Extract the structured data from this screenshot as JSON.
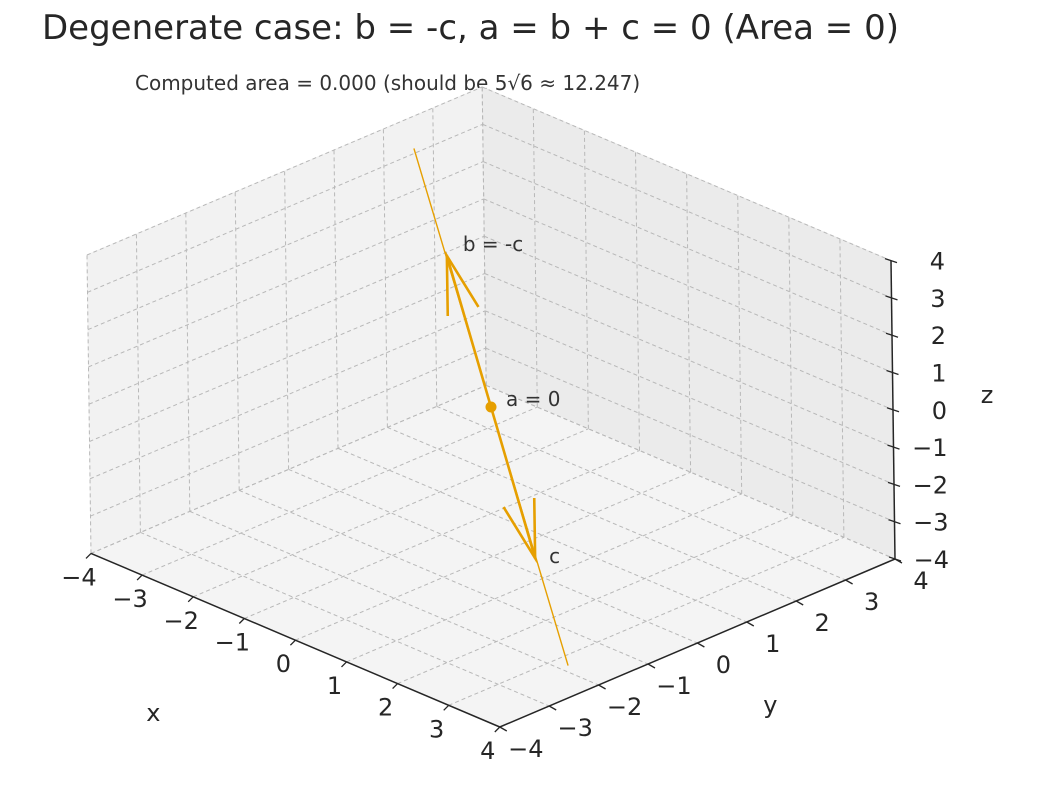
{
  "title": "Degenerate case: b = -c, a = b + c = 0 (Area = 0)",
  "subtitle": "Computed area = 0.000 (should be 5√6 ≈ 12.247)",
  "chart_data": {
    "type": "line3d",
    "xlabel": "x",
    "ylabel": "y",
    "zlabel": "z",
    "xlim": [
      -4,
      4
    ],
    "ylim": [
      -4,
      4
    ],
    "zlim": [
      -4,
      4
    ],
    "xticks": [
      "−4",
      "−3",
      "−2",
      "−1",
      "0",
      "1",
      "2",
      "3",
      "4"
    ],
    "yticks": [
      "−4",
      "−3",
      "−2",
      "−1",
      "0",
      "1",
      "2",
      "3",
      "4"
    ],
    "zticks": [
      "−4",
      "−3",
      "−2",
      "−1",
      "0",
      "1",
      "2",
      "3",
      "4"
    ],
    "grid": true,
    "color": "#E69F00",
    "line": {
      "start": [
        -3.6,
        2.2,
        3.6
      ],
      "end": [
        3.6,
        -2.2,
        -3.6
      ]
    },
    "vectors": [
      {
        "label": "b = -c",
        "from": [
          0,
          0,
          0
        ],
        "to": [
          -2.1,
          1.3,
          2.1
        ]
      },
      {
        "label": "c",
        "from": [
          0,
          0,
          0
        ],
        "to": [
          2.1,
          -1.3,
          -2.1
        ]
      }
    ],
    "points": [
      {
        "label": "a = 0",
        "at": [
          0,
          0,
          0
        ]
      }
    ]
  }
}
